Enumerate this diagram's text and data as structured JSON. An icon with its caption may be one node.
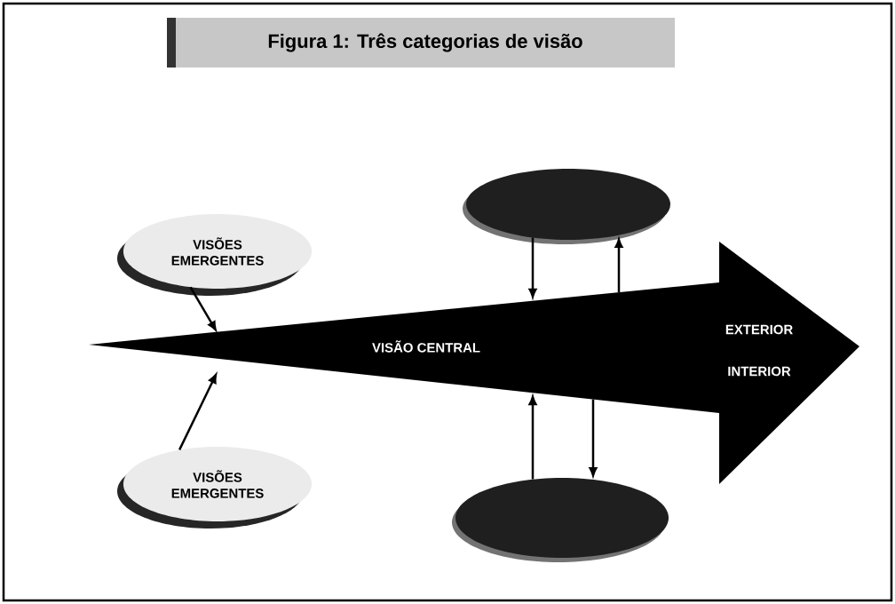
{
  "diagram": {
    "title": "Figura 1: Três categorias de visão",
    "nodes": [
      {
        "text": [
          "VISÕES EMERGENTES"
        ]
      },
      {
        "text": [
          "VISÕES EMERGENTES"
        ]
      },
      {
        "text": [
          "VISÃO CENTRAL",
          "EXTERIOR",
          "INTERIOR"
        ]
      },
      {
        "text": [],
        "shape": "ellipse"
      },
      {
        "text": [],
        "shape": "ellipse"
      }
    ],
    "edges": [
      {
        "from": 0,
        "to": 2,
        "arrow": "to"
      },
      {
        "from": 1,
        "to": 2,
        "arrow": "to"
      },
      {
        "from": 3,
        "to": 2,
        "arrow": "to"
      },
      {
        "from": 2,
        "to": 3,
        "arrow": "to"
      },
      {
        "from": 4,
        "to": 2,
        "arrow": "to"
      },
      {
        "from": 2,
        "to": 4,
        "arrow": "to"
      }
    ]
  }
}
